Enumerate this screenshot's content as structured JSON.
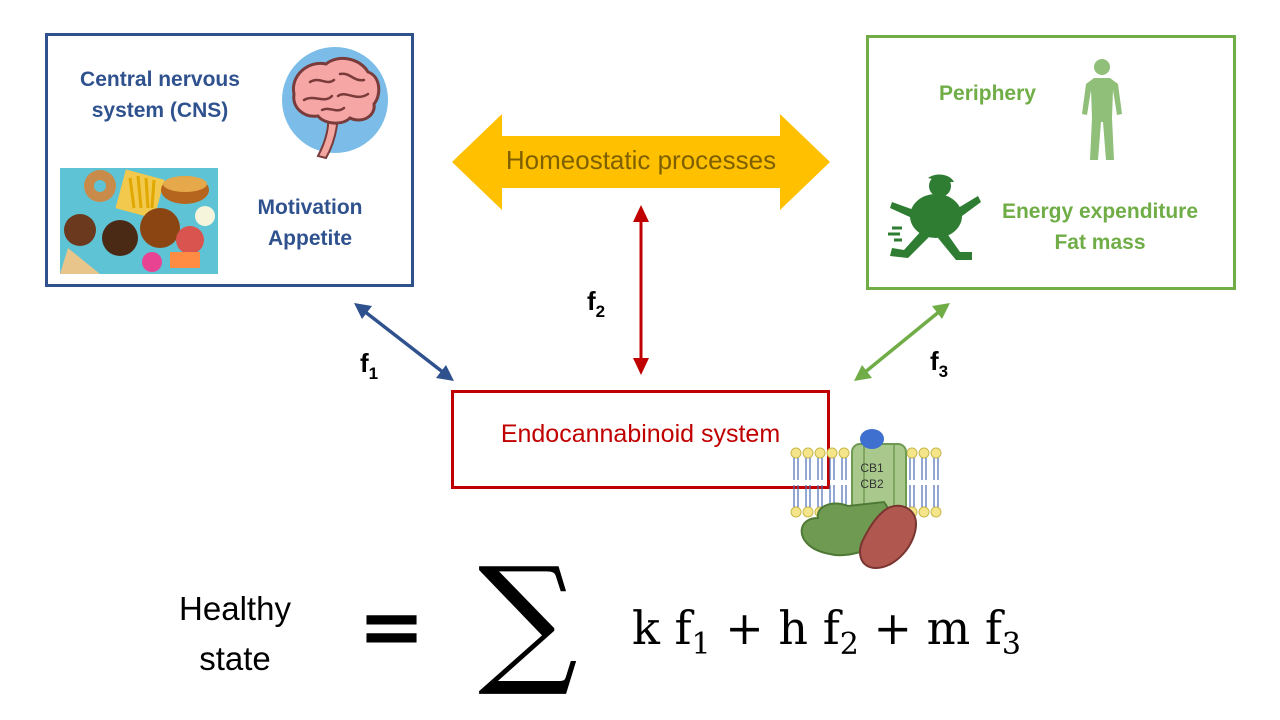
{
  "cns_box": {
    "title": "Central nervous system (CNS)",
    "subtitle": "Motivation Appetite"
  },
  "periphery_box": {
    "title": "Periphery",
    "subtitle": "Energy expenditure Fat mass"
  },
  "homeostatic_arrow": {
    "label": "Homeostatic processes"
  },
  "ecs_box": {
    "label": "Endocannabinoid system"
  },
  "receptor": {
    "labels": [
      "CB1",
      "CB2"
    ]
  },
  "links": [
    {
      "name": "f",
      "sub": "1"
    },
    {
      "name": "f",
      "sub": "2"
    },
    {
      "name": "f",
      "sub": "3"
    }
  ],
  "equation": {
    "lhs": "Healthy state",
    "equals": "=",
    "sigma": "∑",
    "terms": [
      {
        "coef": "k",
        "f": "f",
        "sub": "1"
      },
      {
        "op": "+"
      },
      {
        "coef": "h",
        "f": "f",
        "sub": "2"
      },
      {
        "op": "+"
      },
      {
        "coef": "m",
        "f": "f",
        "sub": "3"
      }
    ]
  },
  "colors": {
    "cns": "#2f528f",
    "periphery": "#70ad47",
    "ecs": "#c00000",
    "homeostatic_fill": "#ffc000",
    "homeostatic_text": "#7f6000"
  }
}
